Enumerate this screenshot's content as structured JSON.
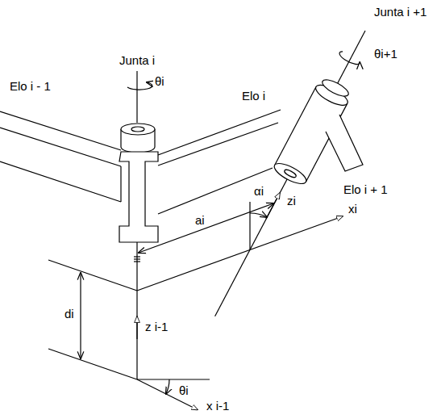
{
  "diagram": {
    "labels": [
      "Junta i +1",
      "Junta i",
      "θi+1",
      "Elo i - 1",
      "θi",
      "Elo i",
      "Elo i + 1",
      "αi",
      "zi",
      "ai",
      "xi",
      "di",
      "z i-1",
      "θi",
      "x i-1"
    ]
  }
}
